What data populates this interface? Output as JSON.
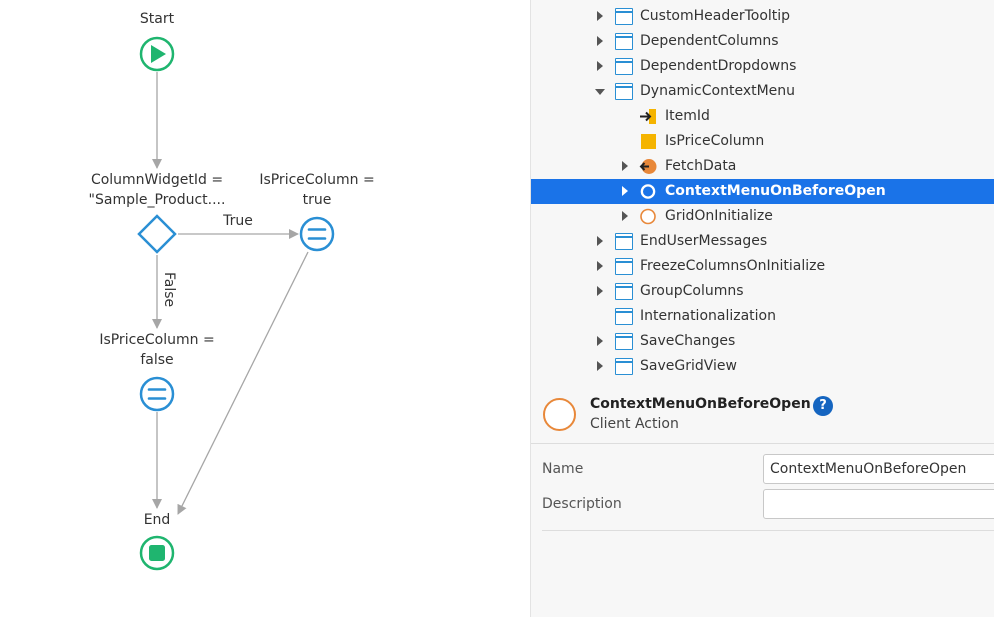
{
  "flow": {
    "start_label": "Start",
    "end_label": "End",
    "condition_label_1": "ColumnWidgetId =",
    "condition_label_2": "\"Sample_Product....",
    "assign_true_label_1": "IsPriceColumn =",
    "assign_true_label_2": "true",
    "assign_false_label_1": "IsPriceColumn =",
    "assign_false_label_2": "false",
    "branch_true": "True",
    "branch_false": "False"
  },
  "tree": {
    "items": [
      {
        "label": "CustomHeaderTooltip",
        "icon": "screen-icon",
        "expander": "collapsed"
      },
      {
        "label": "DependentColumns",
        "icon": "screen-icon",
        "expander": "collapsed"
      },
      {
        "label": "DependentDropdowns",
        "icon": "screen-icon",
        "expander": "collapsed"
      },
      {
        "label": "DynamicContextMenu",
        "icon": "screen-icon",
        "expander": "expanded"
      },
      {
        "label": "ItemId",
        "icon": "input-parameter-icon",
        "expander": "none"
      },
      {
        "label": "IsPriceColumn",
        "icon": "local-variable-icon",
        "expander": "none"
      },
      {
        "label": "FetchData",
        "icon": "data-action-icon",
        "expander": "collapsed"
      },
      {
        "label": "ContextMenuOnBeforeOpen",
        "icon": "client-action-icon",
        "expander": "collapsed",
        "selected": true
      },
      {
        "label": "GridOnInitialize",
        "icon": "client-action-icon",
        "expander": "collapsed"
      },
      {
        "label": "EndUserMessages",
        "icon": "screen-icon",
        "expander": "collapsed"
      },
      {
        "label": "FreezeColumnsOnInitialize",
        "icon": "screen-icon",
        "expander": "collapsed"
      },
      {
        "label": "GroupColumns",
        "icon": "screen-icon",
        "expander": "collapsed"
      },
      {
        "label": "Internationalization",
        "icon": "screen-icon",
        "expander": "none"
      },
      {
        "label": "SaveChanges",
        "icon": "screen-icon",
        "expander": "collapsed"
      },
      {
        "label": "SaveGridView",
        "icon": "screen-icon",
        "expander": "collapsed"
      }
    ]
  },
  "details": {
    "title": "ContextMenuOnBeforeOpen",
    "type": "Client Action",
    "help": "?",
    "name_label": "Name",
    "name_value": "ContextMenuOnBeforeOpen",
    "description_label": "Description",
    "description_value": ""
  },
  "colors": {
    "start_end": "#1fb56f",
    "flow_blue": "#2a8fd4",
    "connector": "#a6a6a6",
    "selection": "#1a73e8",
    "action_orange": "#e8883a",
    "variable_yellow": "#f5b400"
  }
}
